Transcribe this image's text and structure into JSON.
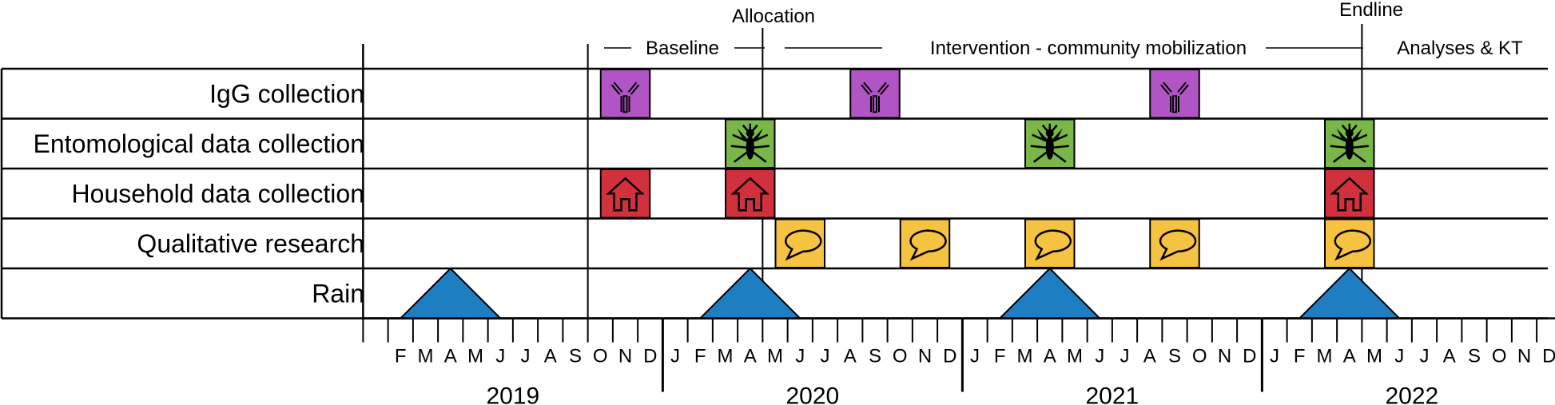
{
  "phases": {
    "allocation": "Allocation",
    "endline": "Endline",
    "baseline": "Baseline",
    "intervention": "Intervention - community mobilization",
    "analyses": "Analyses & KT"
  },
  "rows": [
    {
      "label": "IgG collection",
      "kind": "igg",
      "color": "#b155c4",
      "months": [
        "2019-11",
        "2020-09",
        "2021-09"
      ]
    },
    {
      "label": "Entomological data collection",
      "kind": "mosquito",
      "color": "#7ab648",
      "months": [
        "2020-04",
        "2021-04",
        "2022-04"
      ]
    },
    {
      "label": "Household data collection",
      "kind": "house",
      "color": "#d0313d",
      "months": [
        "2019-11",
        "2020-04",
        "2022-04"
      ]
    },
    {
      "label": "Qualitative research",
      "kind": "speech",
      "color": "#f5c242",
      "months": [
        "2020-06",
        "2020-11",
        "2021-04",
        "2021-09",
        "2022-04"
      ]
    },
    {
      "label": "Rain",
      "kind": "rain",
      "color": "#1f7ec1",
      "peaks": [
        "2019-04",
        "2020-04",
        "2021-04",
        "2022-04"
      ]
    }
  ],
  "month_letters": [
    "J",
    "F",
    "M",
    "A",
    "M",
    "J",
    "J",
    "A",
    "S",
    "O",
    "N",
    "D"
  ],
  "years": [
    "2019",
    "2020",
    "2021",
    "2022"
  ],
  "icons": {
    "igg": "antibody-icon",
    "mosquito": "mosquito-icon",
    "house": "house-icon",
    "speech": "speech-bubble-icon"
  }
}
